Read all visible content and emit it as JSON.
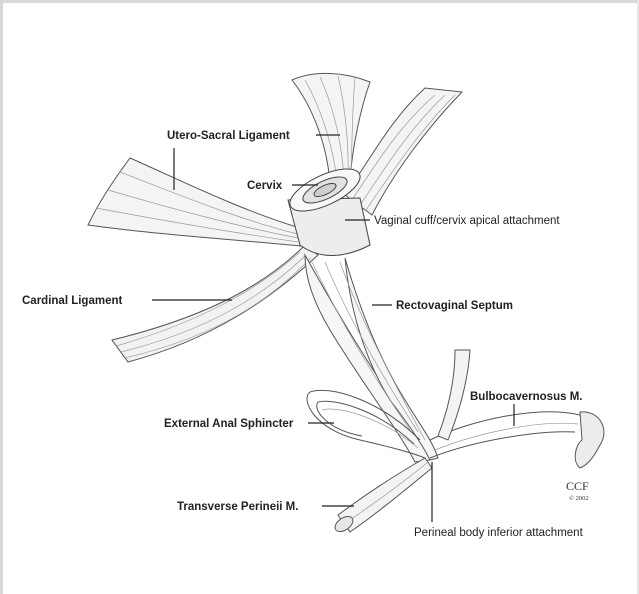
{
  "labels": {
    "utero_sacral": "Utero-Sacral Ligament",
    "cervix": "Cervix",
    "vaginal_cuff": "Vaginal cuff/cervix apical attachment",
    "cardinal": "Cardinal Ligament",
    "rectovaginal": "Rectovaginal Septum",
    "bulbocavernosus": "Bulbocavernosus M.",
    "external_anal": "External Anal Sphincter",
    "transverse_perineii": "Transverse Perineii M.",
    "perineal_body": "Perineal body inferior attachment"
  },
  "credit": {
    "logo": "CCF",
    "year": "© 2002"
  }
}
